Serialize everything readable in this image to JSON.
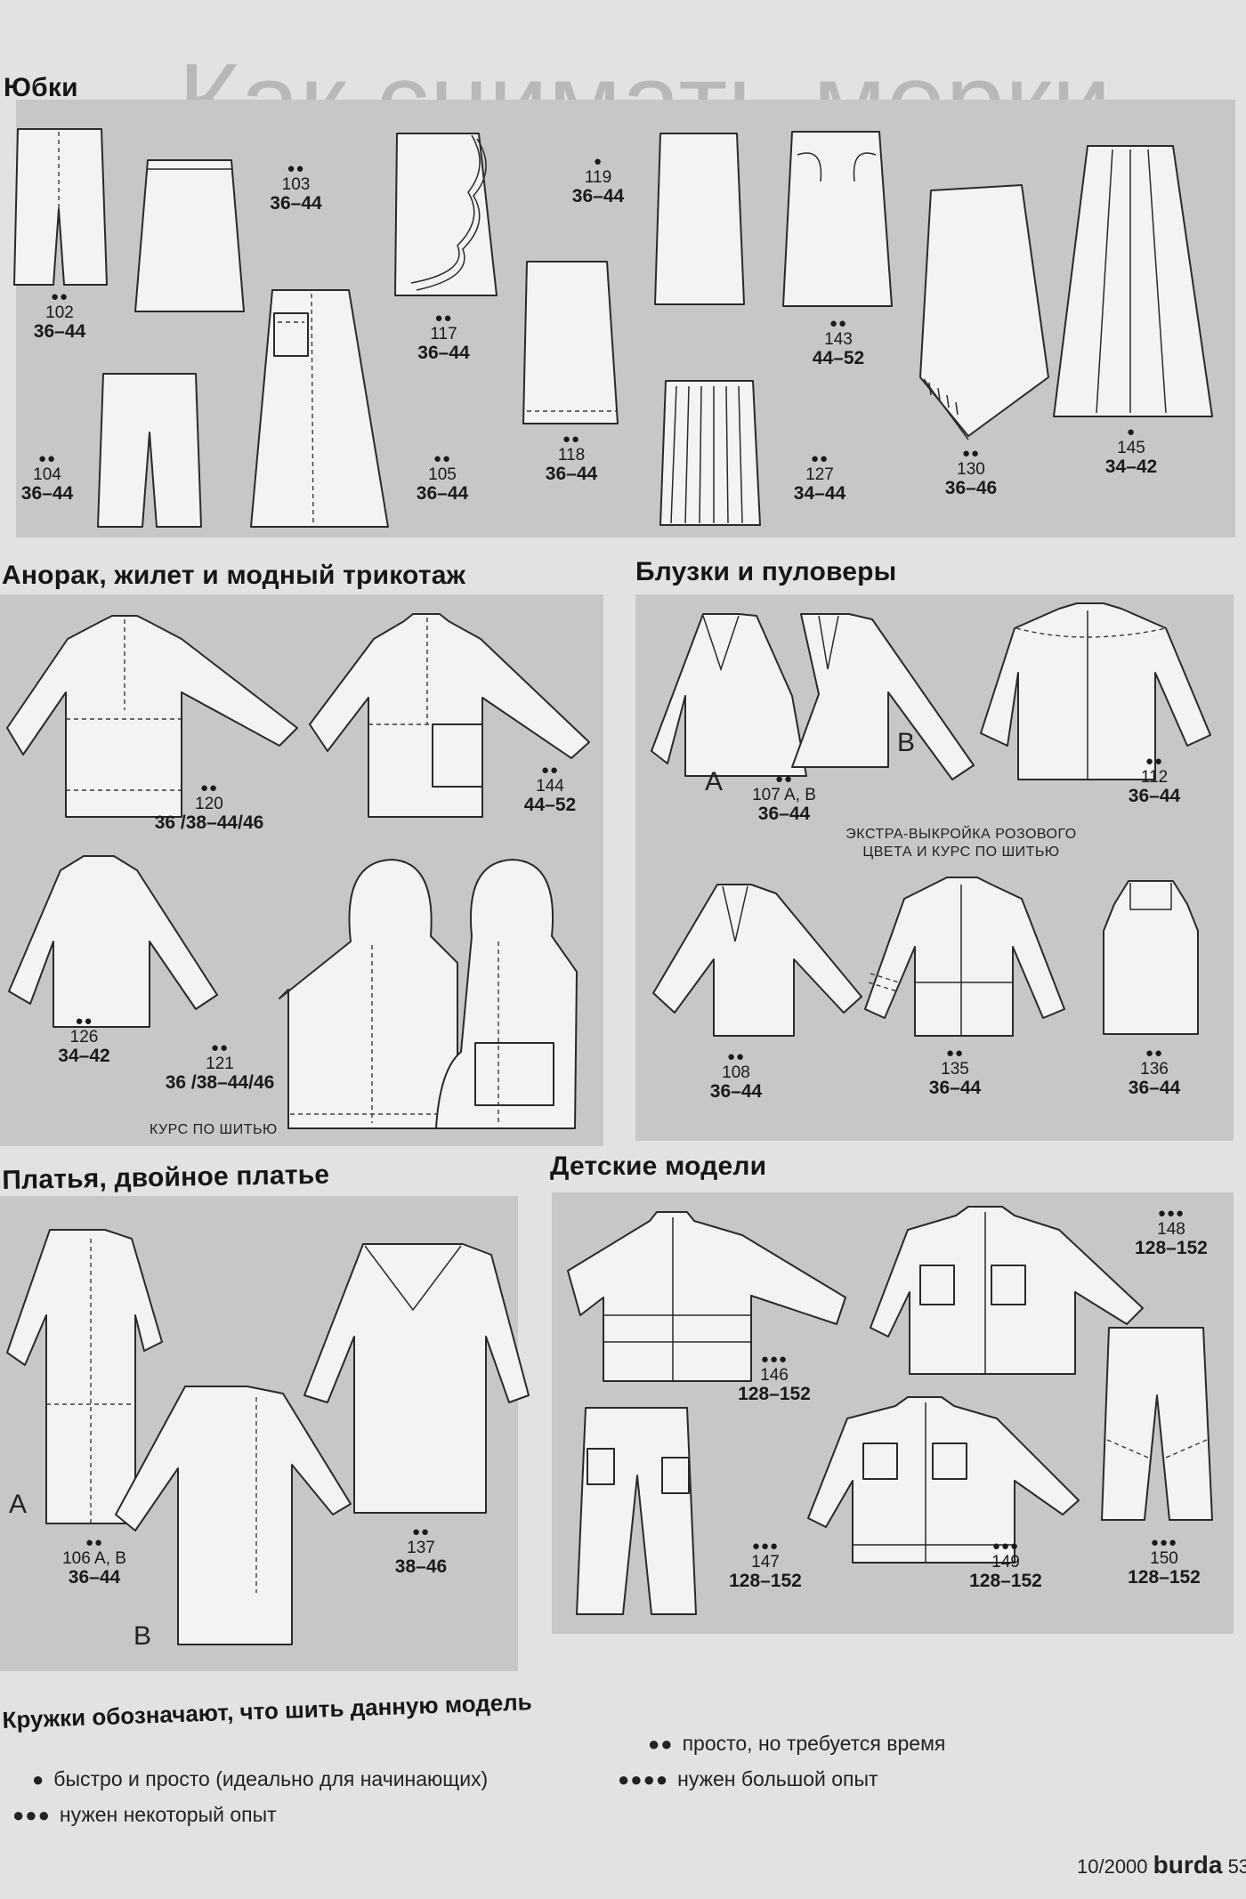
{
  "background_text": "Как снимать мерки",
  "sections": {
    "skirts": "Юбки",
    "anorak": "Анорак, жилет и модный трикотаж",
    "blouses": "Блузки и пуловеры",
    "dresses": "Платья, двойное платье",
    "kids": "Детские модели"
  },
  "models": {
    "m102": {
      "dots": "●●",
      "num": "102",
      "size": "36–44"
    },
    "m103": {
      "dots": "●●",
      "num": "103",
      "size": "36–44"
    },
    "m104": {
      "dots": "●●",
      "num": "104",
      "size": "36–44"
    },
    "m105": {
      "dots": "●●",
      "num": "105",
      "size": "36–44"
    },
    "m117": {
      "dots": "●●",
      "num": "117",
      "size": "36–44"
    },
    "m118": {
      "dots": "●●",
      "num": "118",
      "size": "36–44"
    },
    "m119": {
      "dots": "●",
      "num": "119",
      "size": "36–44"
    },
    "m127": {
      "dots": "●●",
      "num": "127",
      "size": "34–44"
    },
    "m130": {
      "dots": "●●",
      "num": "130",
      "size": "36–46"
    },
    "m143": {
      "dots": "●●",
      "num": "143",
      "size": "44–52"
    },
    "m145": {
      "dots": "●",
      "num": "145",
      "size": "34–42"
    },
    "m120": {
      "dots": "●●",
      "num": "120",
      "size": "36 /38–44/46"
    },
    "m144": {
      "dots": "●●",
      "num": "144",
      "size": "44–52"
    },
    "m126": {
      "dots": "●●",
      "num": "126",
      "size": "34–42"
    },
    "m121": {
      "dots": "●●",
      "num": "121",
      "size": "36 /38–44/46"
    },
    "m107": {
      "dots": "●●",
      "num": "107 A, B",
      "size": "36–44"
    },
    "m112": {
      "dots": "●●",
      "num": "112",
      "size": "36–44"
    },
    "m108": {
      "dots": "●●",
      "num": "108",
      "size": "36–44"
    },
    "m135": {
      "dots": "●●",
      "num": "135",
      "size": "36–44"
    },
    "m136": {
      "dots": "●●",
      "num": "136",
      "size": "36–44"
    },
    "m106": {
      "dots": "●●",
      "num": "106 A, B",
      "size": "36–44"
    },
    "m137": {
      "dots": "●●",
      "num": "137",
      "size": "38–46"
    },
    "m146": {
      "dots": "●●●",
      "num": "146",
      "size": "128–152"
    },
    "m147": {
      "dots": "●●●",
      "num": "147",
      "size": "128–152"
    },
    "m148": {
      "dots": "●●●",
      "num": "148",
      "size": "128–152"
    },
    "m149": {
      "dots": "●●●",
      "num": "149",
      "size": "128–152"
    },
    "m150": {
      "dots": "●●●",
      "num": "150",
      "size": "128–152"
    }
  },
  "letters": {
    "a": "A",
    "b": "B"
  },
  "notes": {
    "course": "КУРС ПО ШИТЬЮ",
    "extra_line1": "ЭКСТРА-ВЫКРОЙКА РОЗОВОГО",
    "extra_line2": "ЦВЕТА И КУРС ПО ШИТЬЮ"
  },
  "legend": {
    "title": "Кружки обозначают, что шить данную модель",
    "items": [
      {
        "dots": "●",
        "text": "быстро и просто (идеально для начинающих)"
      },
      {
        "dots": "●●",
        "text": "просто, но требуется время"
      },
      {
        "dots": "●●●",
        "text": "нужен некоторый опыт"
      },
      {
        "dots": "●●●●",
        "text": "нужен большой опыт"
      }
    ]
  },
  "footer": {
    "issue": "10/2000",
    "brand": "burda",
    "page": "53"
  }
}
